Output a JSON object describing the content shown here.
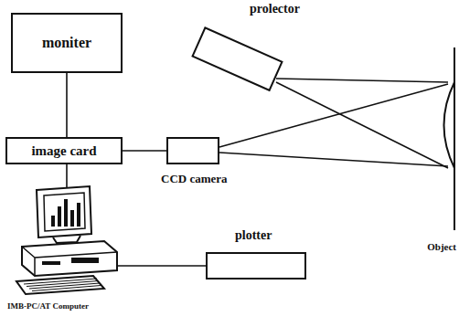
{
  "diagram": {
    "nodes": [
      {
        "text": [
          "prolector"
        ]
      },
      {
        "text": [
          "moniter"
        ]
      },
      {
        "text": [
          "image card"
        ]
      },
      {
        "text": [
          "CCD camera"
        ]
      },
      {
        "text": [
          "Object"
        ]
      },
      {
        "text": [
          "plotter"
        ]
      },
      {
        "text": [
          "IMB-PC/AT Computer"
        ]
      }
    ],
    "edges": [
      {
        "from": 1,
        "to": 2,
        "arrow": "none"
      },
      {
        "from": 2,
        "to": 3,
        "arrow": "none"
      },
      {
        "from": 2,
        "to": 6,
        "arrow": "none"
      },
      {
        "from": 6,
        "to": 5,
        "arrow": "none"
      },
      {
        "from": 0,
        "to": 4,
        "arrow": "none"
      },
      {
        "from": 3,
        "to": 4,
        "arrow": "none"
      }
    ]
  }
}
